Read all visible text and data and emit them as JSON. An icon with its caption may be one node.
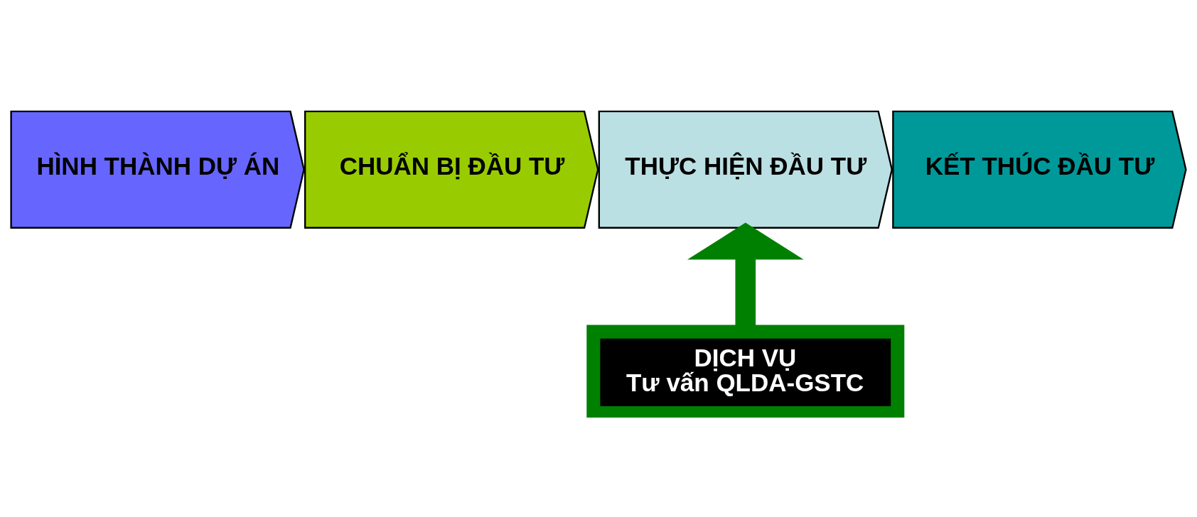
{
  "diagram": {
    "nodes": [
      {
        "text": [
          "HÌNH THÀNH DỰ ÁN"
        ]
      },
      {
        "text": [
          "CHUẨN BỊ ĐẦU TƯ"
        ]
      },
      {
        "text": [
          "THỰC HIỆN ĐẦU TƯ"
        ]
      },
      {
        "text": [
          "KẾT THÚC ĐẦU TƯ"
        ]
      },
      {
        "text": [
          "DỊCH VỤ",
          "Tư vấn QLDA-GSTC"
        ]
      }
    ],
    "edges": [
      {
        "from": 4,
        "to": 2,
        "arrow": "to"
      }
    ]
  }
}
